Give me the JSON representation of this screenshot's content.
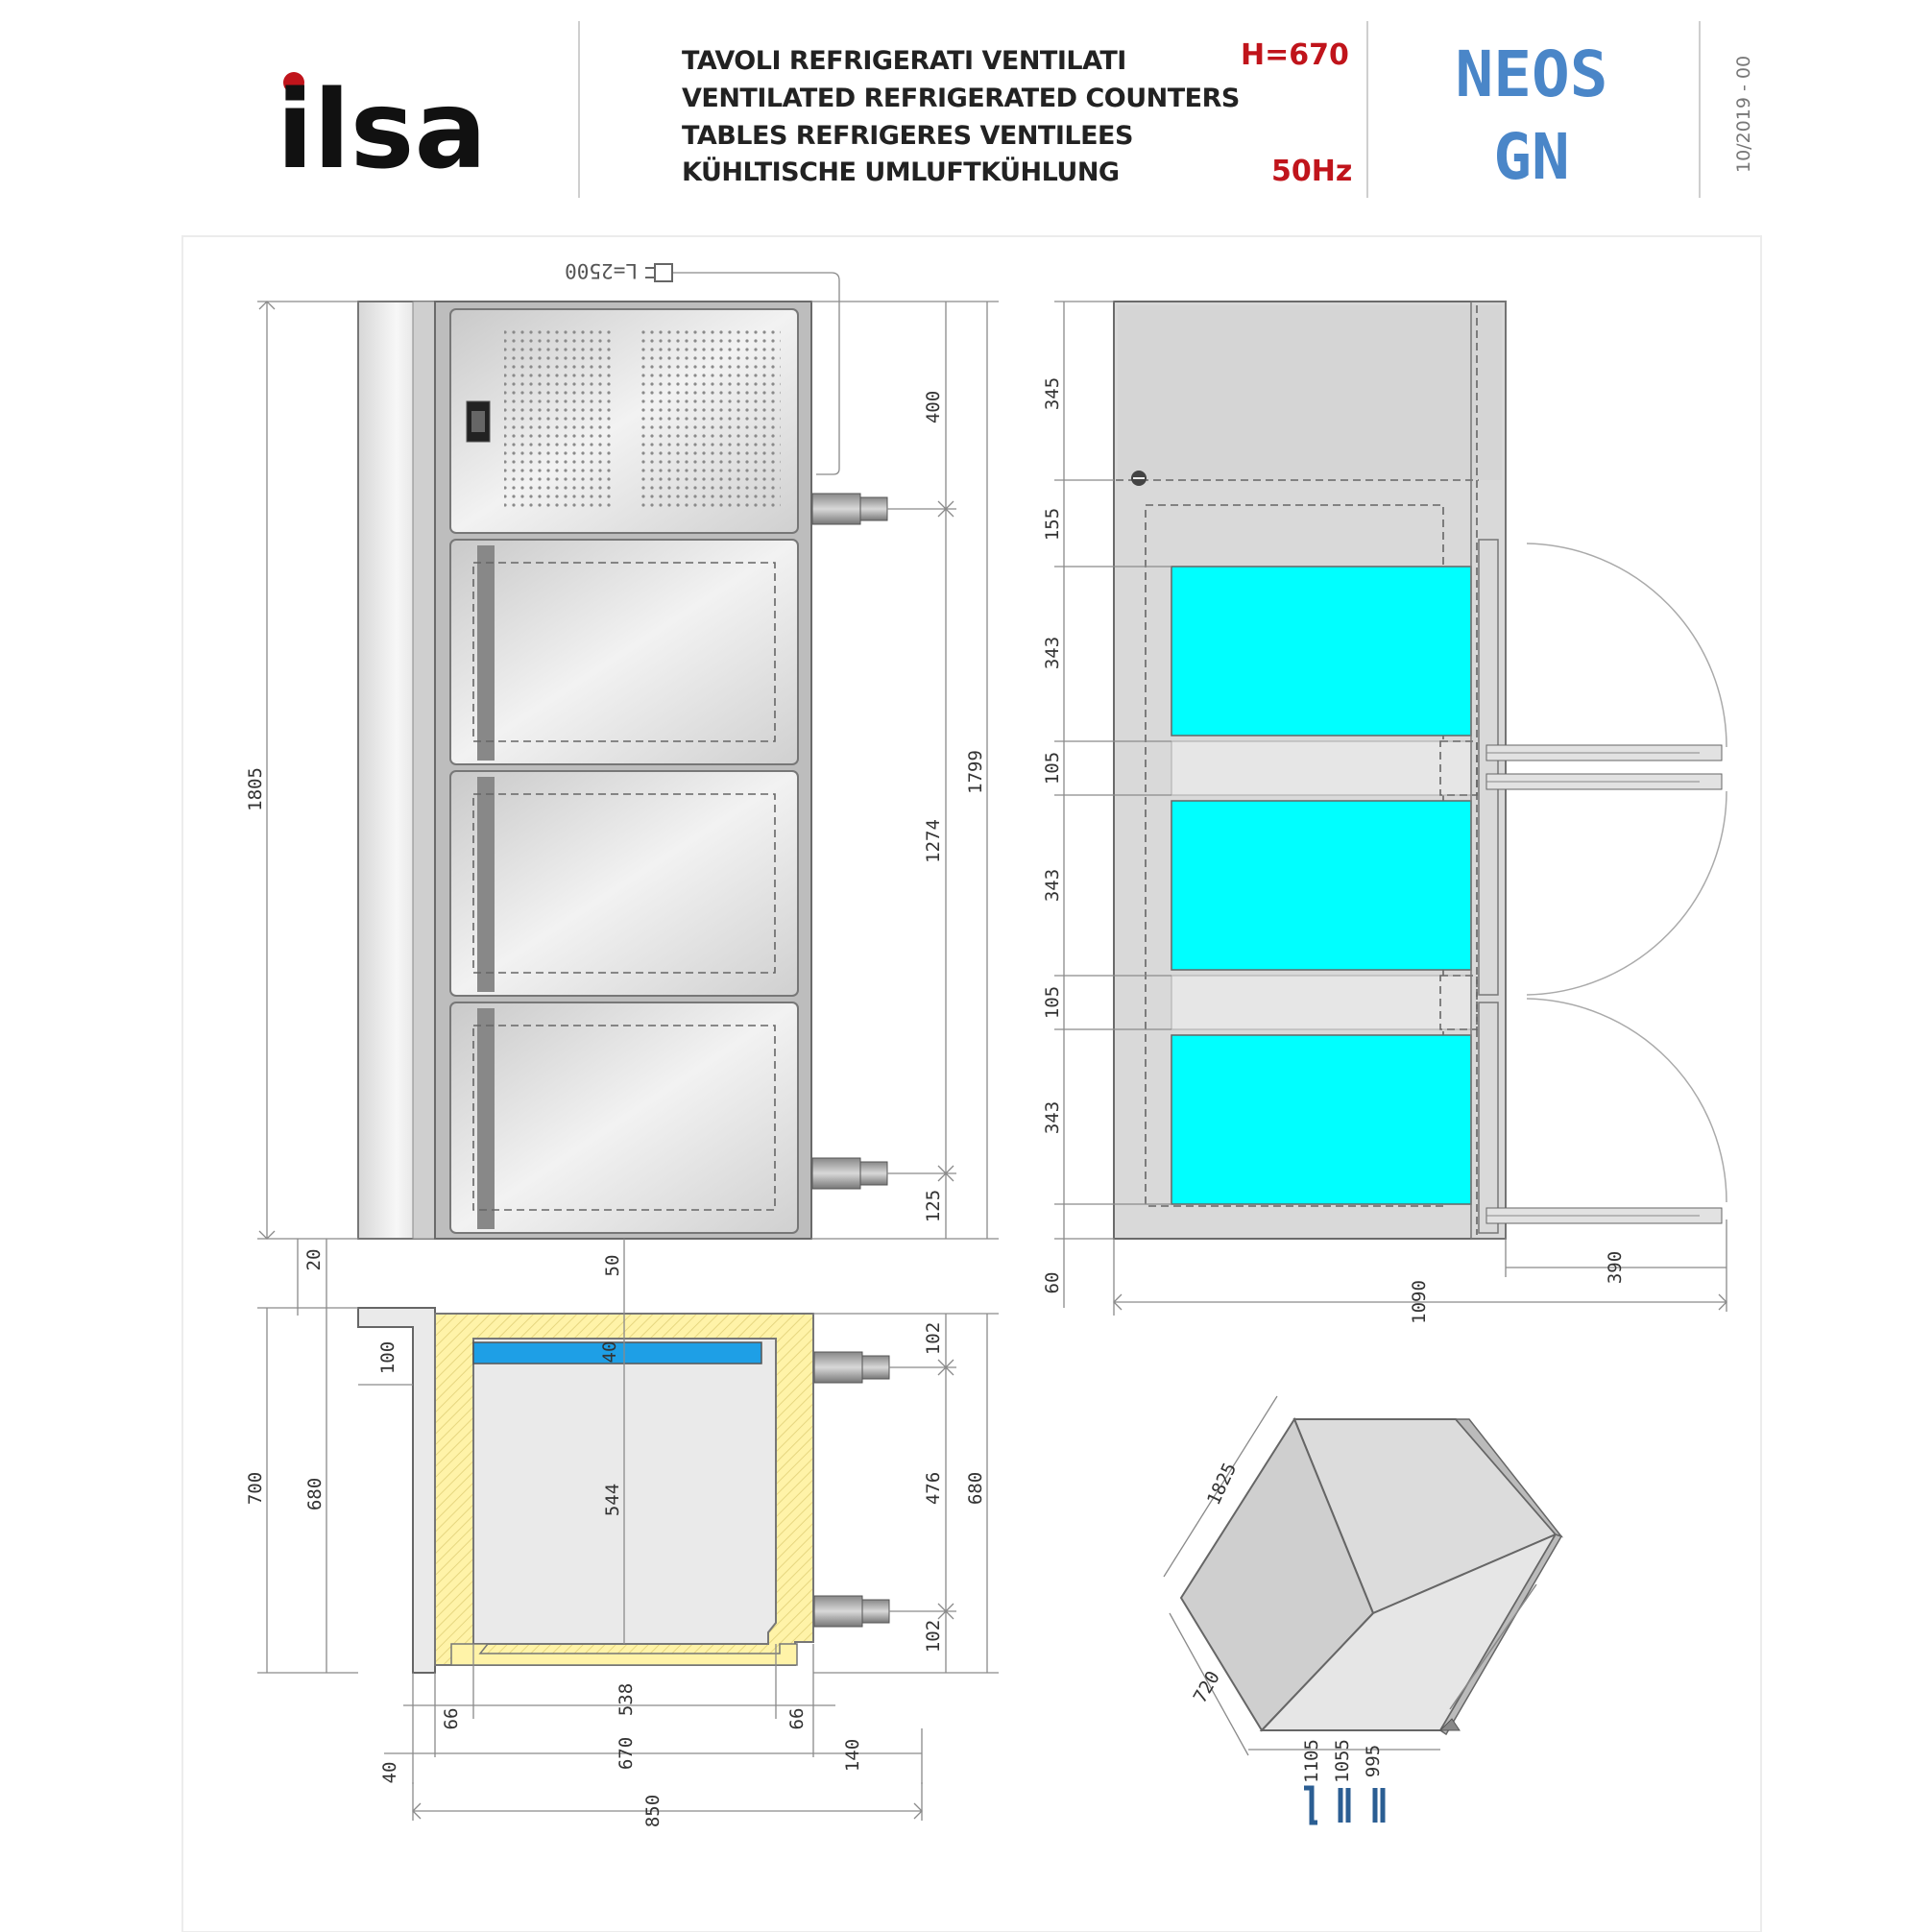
{
  "header": {
    "brand": "ilsa",
    "titles": [
      "TAVOLI REFRIGERATI VENTILATI",
      "VENTILATED REFRIGERATED COUNTERS",
      "TABLES REFRIGERES VENTILEES",
      "KÜHLTISCHE UMLUFTKÜHLUNG"
    ],
    "height_spec": "H=670",
    "frequency": "50Hz",
    "model_line1": "NEOS",
    "model_line2": "GN",
    "revision": "10/2019 - 00"
  },
  "front_view": {
    "cable_label": "L=2500",
    "dims": {
      "overall_height": "1805",
      "upper_section": "400",
      "storage": "1274",
      "total_right": "1799",
      "bottom": "125",
      "worktop_offset": "20"
    }
  },
  "plan_view": {
    "dims": {
      "top": "345",
      "gap": "155",
      "pan1": "343",
      "gap1": "105",
      "pan2": "343",
      "gap2": "105",
      "pan3": "343",
      "bottom": "60",
      "depth": "1090",
      "door_swing": "390"
    }
  },
  "section_view": {
    "dims": {
      "top_gap": "50",
      "pan_depth": "40",
      "inner_height": "544",
      "splash": "100",
      "outer_700": "700",
      "outer_680": "680",
      "right_top": "102",
      "right_mid": "476",
      "right_bottom": "102",
      "right_total": "680",
      "inner_width": "538",
      "side_left": "66",
      "side_right": "66",
      "body_width": "670",
      "rear_gap": "40",
      "front_gap": "140",
      "total_width": "850"
    }
  },
  "iso_view": {
    "dims": {
      "length": "1825",
      "depth": "720",
      "d1105": "1105",
      "d1055": "1055",
      "d995": "995"
    }
  },
  "colors": {
    "pan": "#00ffff",
    "insulation": "#fff3a8",
    "model": "#4a86c8",
    "spec_red": "#c0141b"
  }
}
